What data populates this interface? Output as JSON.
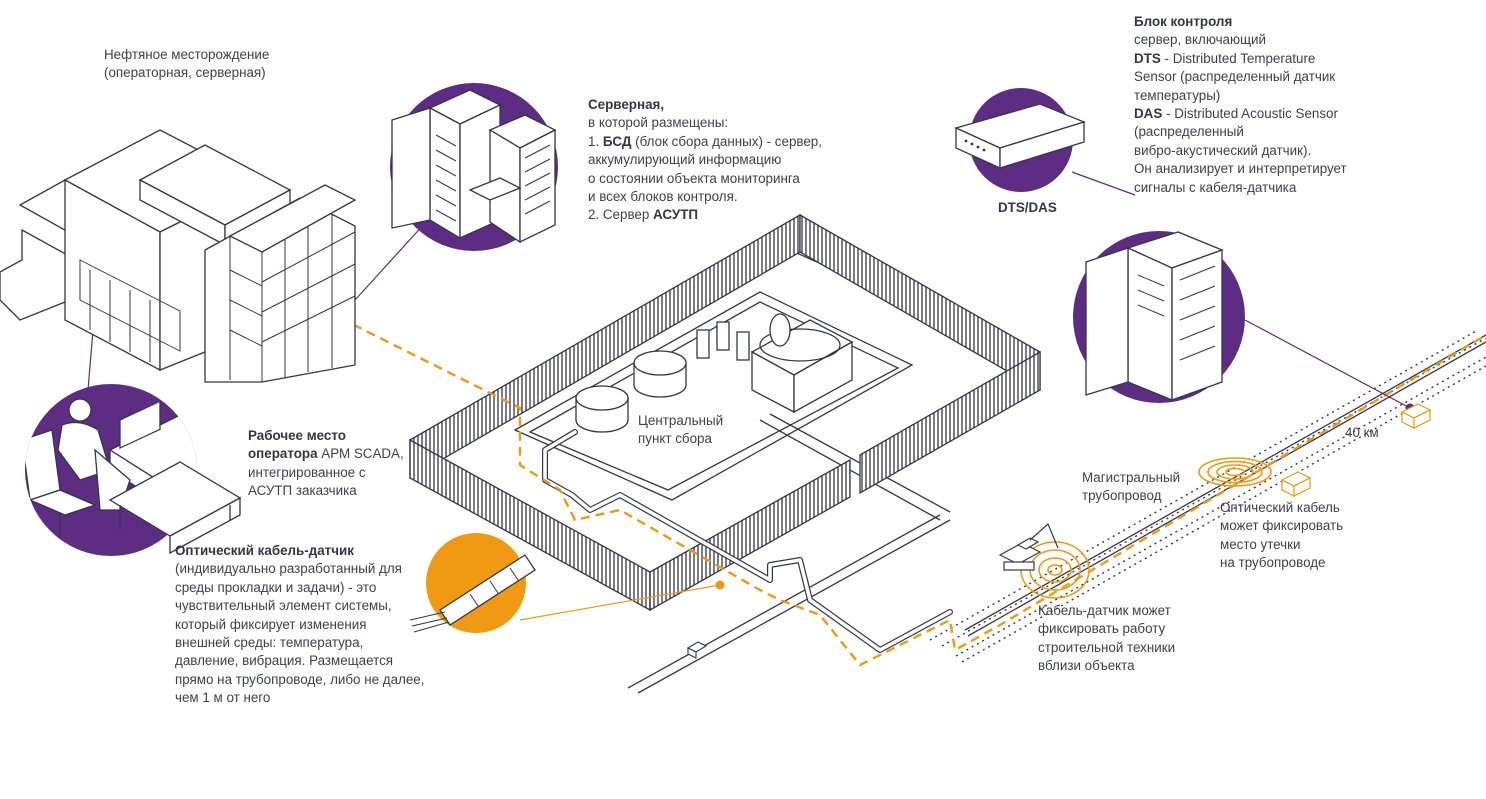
{
  "colors": {
    "purple": "#5c2d82",
    "orange": "#ef9a12",
    "line": "#34364a",
    "label": "#3d3f4e"
  },
  "labels": {
    "oilfield": {
      "line1": "Нефтяное месторождение",
      "line2": "(операторная, серверная)"
    },
    "server_room": {
      "title": "Серверная,",
      "lines": [
        "в которой размещены:",
        "1.",
        "БСД",
        "(блок сбора данных) - сервер,",
        "аккумулирующий информацию",
        "о состоянии объекта мониторинга",
        "и всех блоков контроля.",
        "2. Сервер",
        "АСУТП"
      ]
    },
    "dts_das": "DTS/DAS",
    "control_block": {
      "title": "Блок контроля",
      "line1": "сервер, включающий",
      "dts_abbr": "DTS",
      "dts_text": "- Distributed Temperature",
      "dts_line2": "Sensor (распределенный датчик",
      "dts_line3": "температуры)",
      "das_abbr": "DAS",
      "das_text": "- Distributed Acoustic Sensor",
      "das_line2": "(распределенный",
      "das_line3": "вибро-акустический датчик).",
      "line_last1": "Он анализирует и интерпретирует",
      "line_last2": "сигналы с кабеля-датчика"
    },
    "workplace": {
      "title1": "Рабочее место",
      "title2": "оператора",
      "text1": "АРМ SCADA,",
      "text2": "интегрированное с",
      "text3": "АСУТП заказчика"
    },
    "central_point": {
      "line1": "Центральный",
      "line2": "пункт сбора"
    },
    "main_pipeline": {
      "line1": "Магистральный",
      "line2": "трубопровод"
    },
    "distance": "40 км",
    "leak": {
      "line1": "Оптический кабель",
      "line2": "может фиксировать",
      "line3": "место утечки",
      "line4": "на трубопроводе"
    },
    "construction": {
      "line1": "Кабель-датчик может",
      "line2": "фиксировать работу",
      "line3": "строительной техники",
      "line4": "вблизи объекта"
    },
    "optical_cable": {
      "title": "Оптический кабель-датчик",
      "lines": [
        "(индивидуально разработанный для",
        "среды прокладки и задачи) - это",
        "чувствительный элемент системы,",
        "который фиксирует изменения",
        "внешней среды: температура,",
        "давление, вибрация. Размещается",
        "прямо на трубопроводе, либо не далее,",
        "чем 1 м от него"
      ]
    }
  }
}
